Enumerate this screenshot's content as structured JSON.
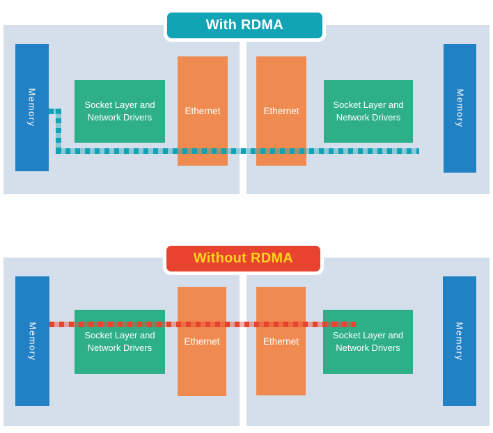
{
  "colors": {
    "panel_bg": "#D5DFEB",
    "memory_blue": "#2280C4",
    "socket_green": "#2EAF88",
    "ethernet_orange": "#EF8B50",
    "rdma_teal": "#12A3B5",
    "no_rdma_red": "#E8432E",
    "no_rdma_text_yellow": "#FFD41C",
    "teal_path": "#0FA2B4",
    "red_path": "#E8432E"
  },
  "panels": [
    {
      "header": "With RDMA",
      "memory_left": "Memory",
      "socket_left": "Socket Layer and Network Drivers",
      "ethernet_left": "Ethernet",
      "ethernet_right": "Ethernet",
      "socket_right": "Socket Layer and Network Drivers",
      "memory_right": "Memory"
    },
    {
      "header": "Without RDMA",
      "memory_left": "Memory",
      "socket_left": "Socket Layer and Network Drivers",
      "ethernet_left": "Ethernet",
      "ethernet_right": "Ethernet",
      "socket_right": "Socket Layer and Network Drivers",
      "memory_right": "Memory"
    }
  ]
}
